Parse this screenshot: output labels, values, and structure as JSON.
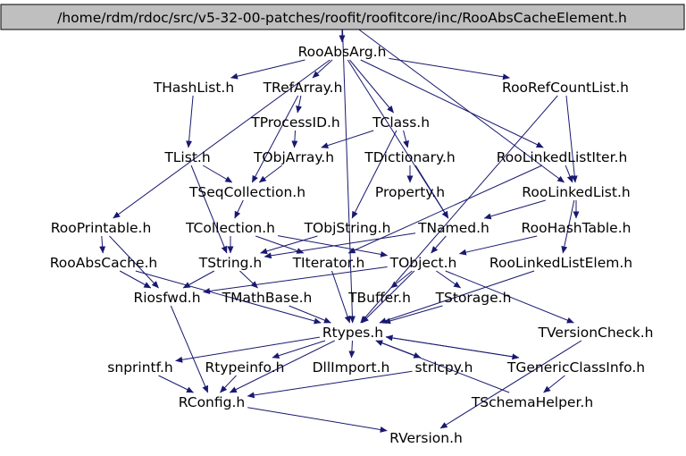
{
  "colors": {
    "edge": "#191970",
    "root_fill": "#bfbfbf",
    "root_stroke": "#000000",
    "text": "#000000"
  },
  "root": {
    "id": "root",
    "label": "/home/rdm/rdoc/src/v5-32-00-patches/roofit/roofitcore/inc/RooAbsCacheElement.h"
  },
  "nodes": [
    {
      "id": "rooabsarg",
      "label": "RooAbsArg.h"
    },
    {
      "id": "thashlist",
      "label": "THashList.h"
    },
    {
      "id": "trefarray",
      "label": "TRefArray.h"
    },
    {
      "id": "roorefcountlist",
      "label": "RooRefCountList.h"
    },
    {
      "id": "tprocessid",
      "label": "TProcessID.h"
    },
    {
      "id": "tclass",
      "label": "TClass.h"
    },
    {
      "id": "tlist",
      "label": "TList.h"
    },
    {
      "id": "tobjarray",
      "label": "TObjArray.h"
    },
    {
      "id": "tdictionary",
      "label": "TDictionary.h"
    },
    {
      "id": "roolinkedlistiter",
      "label": "RooLinkedListIter.h"
    },
    {
      "id": "tseqcollection",
      "label": "TSeqCollection.h"
    },
    {
      "id": "property",
      "label": "Property.h"
    },
    {
      "id": "roolinkedlist",
      "label": "RooLinkedList.h"
    },
    {
      "id": "rooprintable",
      "label": "RooPrintable.h"
    },
    {
      "id": "tcollection",
      "label": "TCollection.h"
    },
    {
      "id": "tobjstring",
      "label": "TObjString.h"
    },
    {
      "id": "tnamed",
      "label": "TNamed.h"
    },
    {
      "id": "roohashtable",
      "label": "RooHashTable.h"
    },
    {
      "id": "rooabscache",
      "label": "RooAbsCache.h"
    },
    {
      "id": "tstring",
      "label": "TString.h"
    },
    {
      "id": "titerator",
      "label": "TIterator.h"
    },
    {
      "id": "tobject",
      "label": "TObject.h"
    },
    {
      "id": "roolinkedlistelem",
      "label": "RooLinkedListElem.h"
    },
    {
      "id": "riosfwd",
      "label": "Riosfwd.h"
    },
    {
      "id": "tmathbase",
      "label": "TMathBase.h"
    },
    {
      "id": "tbuffer",
      "label": "TBuffer.h"
    },
    {
      "id": "tstorage",
      "label": "TStorage.h"
    },
    {
      "id": "rtypes",
      "label": "Rtypes.h"
    },
    {
      "id": "tversioncheck",
      "label": "TVersionCheck.h"
    },
    {
      "id": "snprintf",
      "label": "snprintf.h"
    },
    {
      "id": "rtypeinfo",
      "label": "Rtypeinfo.h"
    },
    {
      "id": "dllimport",
      "label": "DllImport.h"
    },
    {
      "id": "strlcpy",
      "label": "strlcpy.h"
    },
    {
      "id": "tgenericclassinfo",
      "label": "TGenericClassInfo.h"
    },
    {
      "id": "tschemahelper",
      "label": "TSchemaHelper.h"
    },
    {
      "id": "rconfig",
      "label": "RConfig.h"
    },
    {
      "id": "rversion",
      "label": "RVersion.h"
    }
  ],
  "edges": [
    [
      "root",
      "rooabsarg"
    ],
    [
      "root",
      "roolinkedlist"
    ],
    [
      "root",
      "rtypes"
    ],
    [
      "rooabsarg",
      "thashlist"
    ],
    [
      "rooabsarg",
      "trefarray"
    ],
    [
      "rooabsarg",
      "roorefcountlist"
    ],
    [
      "rooabsarg",
      "tclass"
    ],
    [
      "rooabsarg",
      "roolinkedlistiter"
    ],
    [
      "rooabsarg",
      "rooprintable"
    ],
    [
      "rooabsarg",
      "tnamed"
    ],
    [
      "thashlist",
      "tlist"
    ],
    [
      "trefarray",
      "tprocessid"
    ],
    [
      "trefarray",
      "tseqcollection"
    ],
    [
      "tprocessid",
      "tobjarray"
    ],
    [
      "tclass",
      "tobjarray"
    ],
    [
      "tclass",
      "tdictionary"
    ],
    [
      "tclass",
      "tobjstring"
    ],
    [
      "tlist",
      "tseqcollection"
    ],
    [
      "tlist",
      "tstring"
    ],
    [
      "tobjarray",
      "tseqcollection"
    ],
    [
      "tdictionary",
      "property"
    ],
    [
      "tdictionary",
      "tnamed"
    ],
    [
      "roolinkedlistiter",
      "roolinkedlist"
    ],
    [
      "roolinkedlistiter",
      "titerator"
    ],
    [
      "roorefcountlist",
      "roolinkedlist"
    ],
    [
      "roorefcountlist",
      "rtypes"
    ],
    [
      "tseqcollection",
      "tcollection"
    ],
    [
      "roolinkedlist",
      "tnamed"
    ],
    [
      "roolinkedlist",
      "roohashtable"
    ],
    [
      "roolinkedlist",
      "roolinkedlistelem"
    ],
    [
      "rooprintable",
      "riosfwd"
    ],
    [
      "rooprintable",
      "rooabscache"
    ],
    [
      "tcollection",
      "tstring"
    ],
    [
      "tcollection",
      "titerator"
    ],
    [
      "tcollection",
      "tobject"
    ],
    [
      "tobjstring",
      "tstring"
    ],
    [
      "tnamed",
      "tstring"
    ],
    [
      "tnamed",
      "tobject"
    ],
    [
      "roohashtable",
      "tobject"
    ],
    [
      "rooabscache",
      "riosfwd"
    ],
    [
      "rooabscache",
      "rtypes"
    ],
    [
      "tstring",
      "riosfwd"
    ],
    [
      "tstring",
      "tmathbase"
    ],
    [
      "titerator",
      "rtypes"
    ],
    [
      "tobject",
      "riosfwd"
    ],
    [
      "tobject",
      "tbuffer"
    ],
    [
      "tobject",
      "tstorage"
    ],
    [
      "tobject",
      "tversioncheck"
    ],
    [
      "tobject",
      "rtypes"
    ],
    [
      "roolinkedlistelem",
      "rtypes"
    ],
    [
      "tmathbase",
      "rtypes"
    ],
    [
      "tstorage",
      "rtypes"
    ],
    [
      "riosfwd",
      "rconfig"
    ],
    [
      "rtypes",
      "snprintf"
    ],
    [
      "rtypes",
      "rtypeinfo"
    ],
    [
      "rtypes",
      "dllimport"
    ],
    [
      "rtypes",
      "strlcpy"
    ],
    [
      "rtypes",
      "tgenericclassinfo"
    ],
    [
      "rtypes",
      "rconfig"
    ],
    [
      "snprintf",
      "rconfig"
    ],
    [
      "rtypeinfo",
      "rconfig"
    ],
    [
      "strlcpy",
      "rconfig"
    ],
    [
      "tgenericclassinfo",
      "tschemahelper"
    ],
    [
      "tgenericclassinfo",
      "rtypes"
    ],
    [
      "tschemahelper",
      "rtypes"
    ],
    [
      "rconfig",
      "rversion"
    ],
    [
      "tversioncheck",
      "rversion"
    ]
  ]
}
